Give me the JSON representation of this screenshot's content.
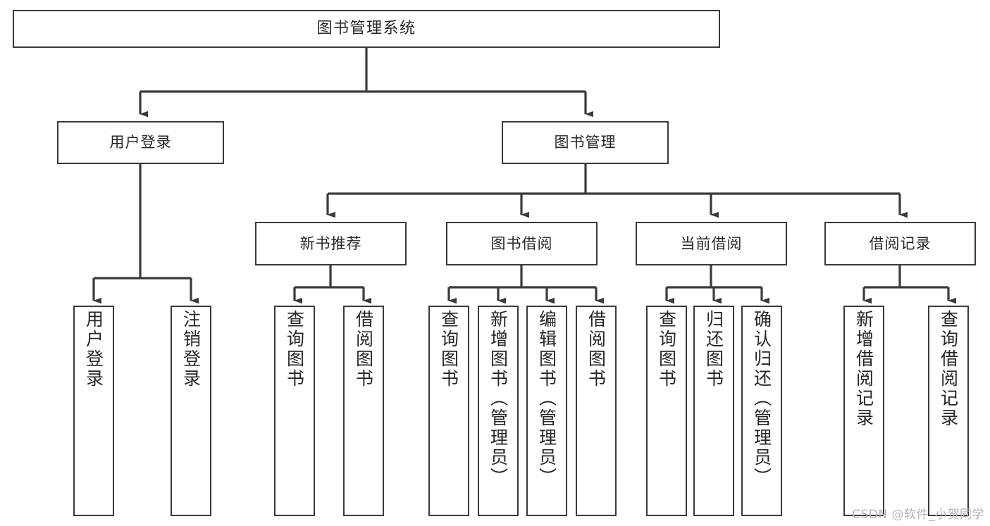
{
  "diagram": {
    "title": "图书管理系统",
    "type": "tree",
    "style": {
      "box_border_color": "#3a3a3a",
      "box_fill_color": "#ffffff",
      "line_color": "#3a3a3a",
      "text_color": "#262626",
      "background": "#ffffff"
    },
    "nodes": {
      "root": {
        "label": "图书管理系统"
      },
      "level2": [
        {
          "label": "用户登录"
        },
        {
          "label": "图书管理"
        }
      ],
      "level3": [
        {
          "label": "新书推荐"
        },
        {
          "label": "图书借阅"
        },
        {
          "label": "当前借阅"
        },
        {
          "label": "借阅记录"
        }
      ],
      "leaves": {
        "user_login": [
          {
            "label": "用户登录"
          },
          {
            "label": "注销登录"
          }
        ],
        "new_book_recommend": [
          {
            "label": "查询图书"
          },
          {
            "label": "借阅图书"
          }
        ],
        "book_borrow": [
          {
            "label": "查询图书"
          },
          {
            "label": "新增图书（管理员）"
          },
          {
            "label": "编辑图书（管理员）"
          },
          {
            "label": "借阅图书"
          }
        ],
        "current_borrow": [
          {
            "label": "查询图书"
          },
          {
            "label": "归还图书"
          },
          {
            "label": "确认归还（管理员）"
          }
        ],
        "borrow_record": [
          {
            "label": "新增借阅记录"
          },
          {
            "label": "查询借阅记录"
          }
        ]
      }
    }
  },
  "watermark": {
    "text": "CSDN @软件_小贺同学"
  }
}
